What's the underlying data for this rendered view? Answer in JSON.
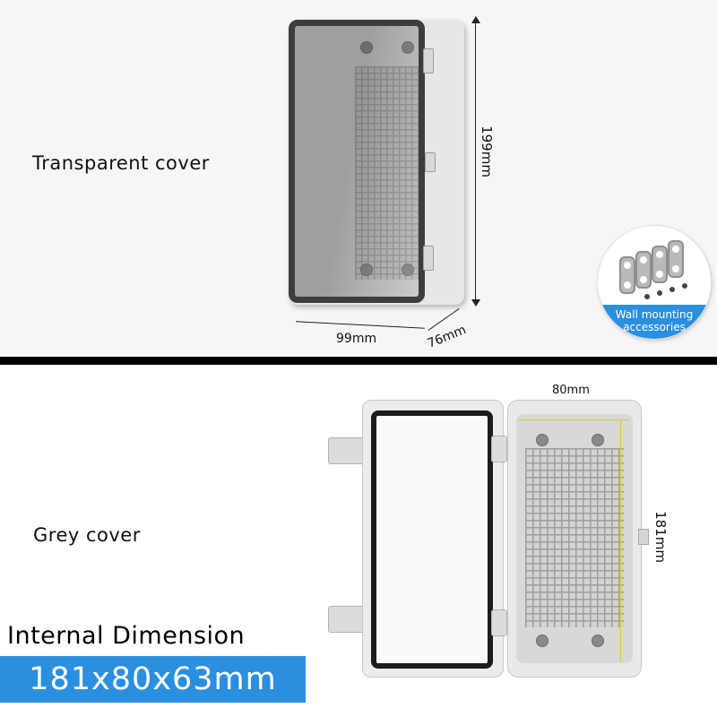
{
  "top": {
    "label": "Transparent cover",
    "dim_height": "199mm",
    "dim_width": "99mm",
    "dim_depth": "76mm",
    "accessories": {
      "line1": "Wall mounting",
      "line2": "accessories",
      "banner_color": "#2b8fe0"
    }
  },
  "bottom": {
    "label": "Grey cover",
    "dim_width": "80mm",
    "dim_height": "181mm",
    "internal_title": "Internal Dimension",
    "internal_value": "181x80x63mm",
    "badge_color": "#2b8fe0"
  }
}
